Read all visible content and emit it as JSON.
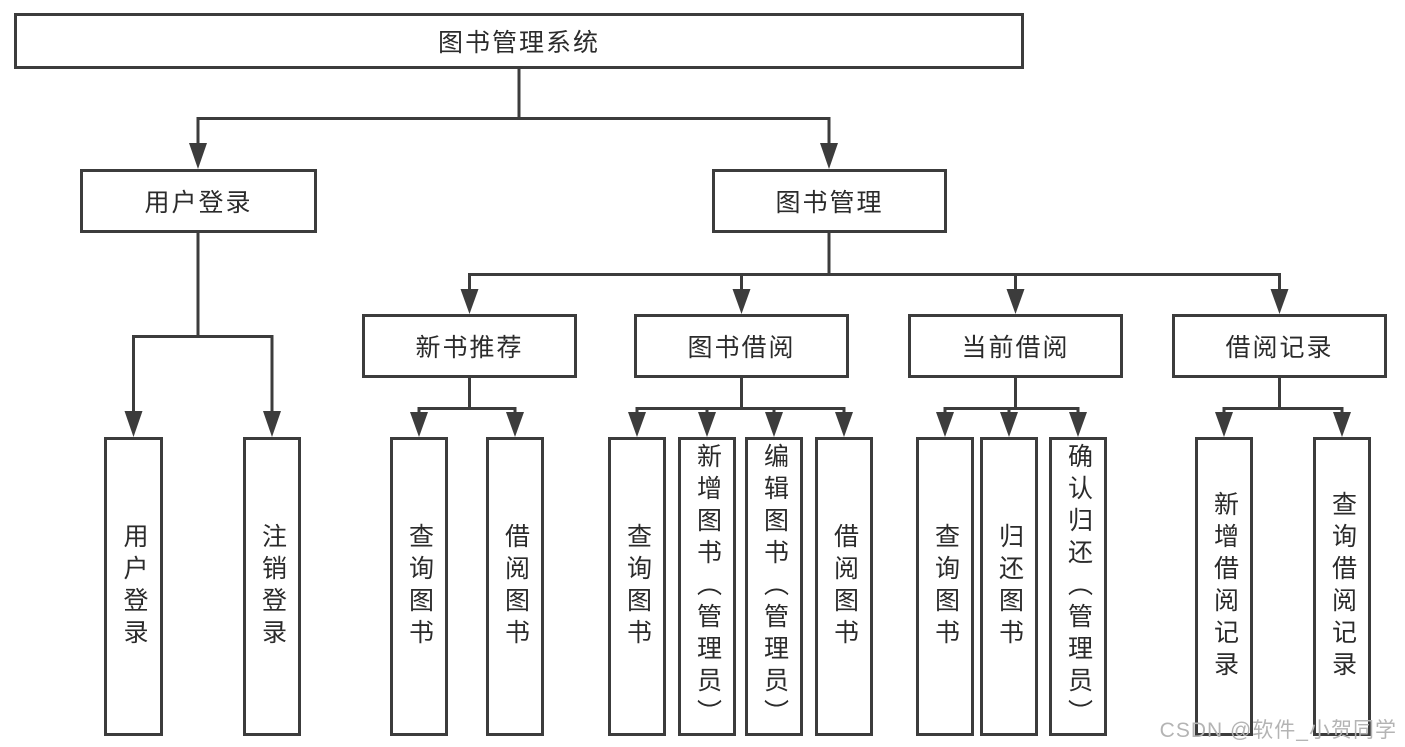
{
  "tree": {
    "root": "图书管理系统",
    "children": [
      {
        "label": "用户登录",
        "children": [
          {
            "label": "用户登录"
          },
          {
            "label": "注销登录"
          }
        ]
      },
      {
        "label": "图书管理",
        "children": [
          {
            "label": "新书推荐",
            "children": [
              {
                "label": "查询图书"
              },
              {
                "label": "借阅图书"
              }
            ]
          },
          {
            "label": "图书借阅",
            "children": [
              {
                "label": "查询图书"
              },
              {
                "label": "新增图书（管理员）"
              },
              {
                "label": "编辑图书（管理员）"
              },
              {
                "label": "借阅图书"
              }
            ]
          },
          {
            "label": "当前借阅",
            "children": [
              {
                "label": "查询图书"
              },
              {
                "label": "归还图书"
              },
              {
                "label": "确认归还（管理员）"
              }
            ]
          },
          {
            "label": "借阅记录",
            "children": [
              {
                "label": "新增借阅记录"
              },
              {
                "label": "查询借阅记录"
              }
            ]
          }
        ]
      }
    ]
  },
  "colors": {
    "line": "#3c3c3c",
    "text": "#2b2b2b",
    "watermark": "#b4b4b4"
  },
  "watermark": {
    "text": "CSDN @软件_小贺同学"
  }
}
